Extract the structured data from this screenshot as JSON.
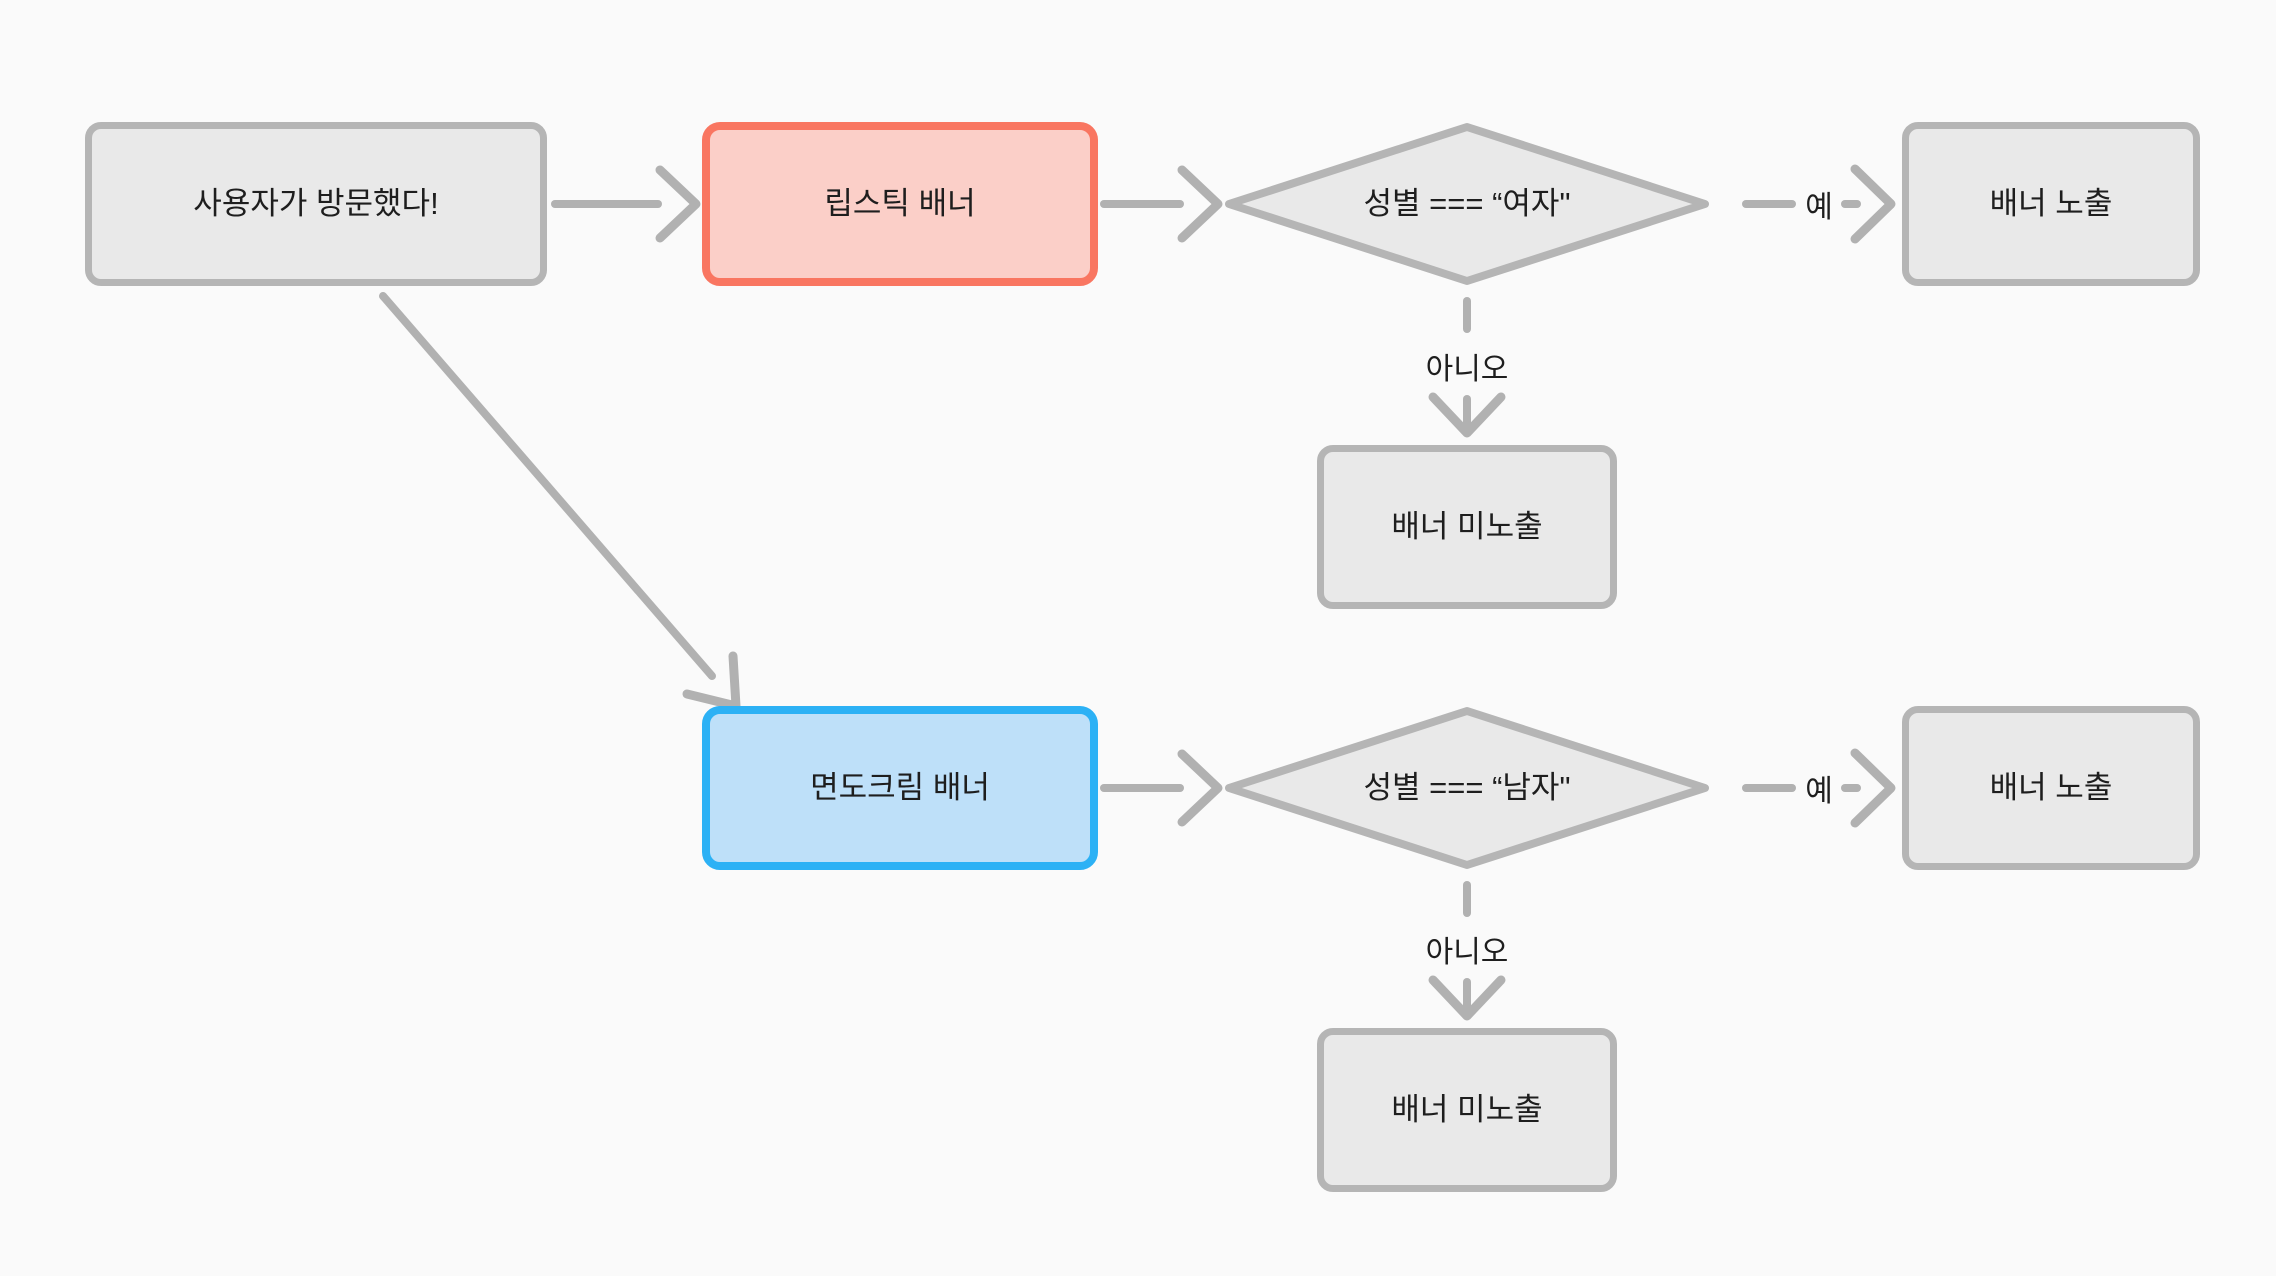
{
  "colors": {
    "bg": "#fafafa",
    "line": "#b1b1b1",
    "node-fill": "#e9e9e9",
    "node-border": "#b5b5b5",
    "text": "#1e1e1e",
    "red-fill": "#fbcfc8",
    "red-border": "#f97661",
    "blue-fill": "#bee0f9",
    "blue-border": "#2cb1f5"
  },
  "nodes": {
    "start": {
      "label": "사용자가 방문했다!"
    },
    "lipstick": {
      "label": "립스틱 배너"
    },
    "female_check": {
      "label": "성별 === “여자\""
    },
    "banner_show_top": {
      "label": "배너 노출"
    },
    "banner_hide_top": {
      "label": "배너 미노출"
    },
    "shaving": {
      "label": "면도크림 배너"
    },
    "male_check": {
      "label": "성별 === “남자\""
    },
    "banner_show_bottom": {
      "label": "배너 노출"
    },
    "banner_hide_bottom": {
      "label": "배너 미노출"
    }
  },
  "edge_labels": {
    "yes_top": "예",
    "no_top": "아니오",
    "yes_bottom": "예",
    "no_bottom": "아니오"
  }
}
